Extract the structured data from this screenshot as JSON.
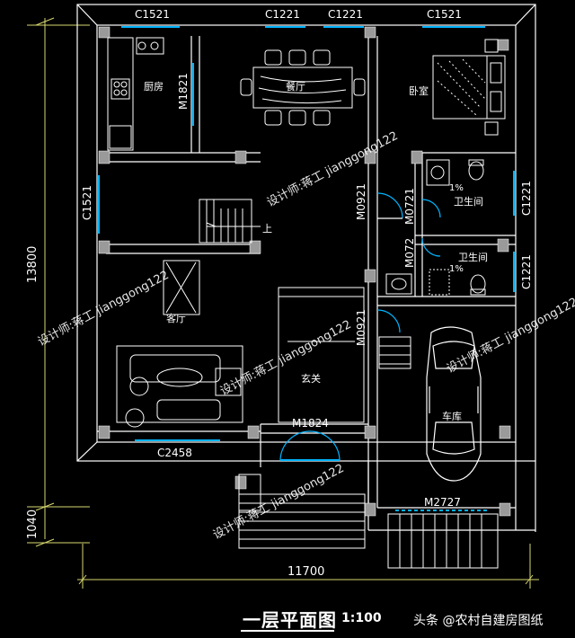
{
  "windows": {
    "top_left": "C1521",
    "top_mid1": "C1221",
    "top_mid2": "C1221",
    "top_right": "C1521",
    "left_side": "C1521",
    "right_upper": "C1221",
    "right_lower": "C1221",
    "bottom_left": "C2458"
  },
  "doors": {
    "kitchen": "M1821",
    "bedroom": "M0921",
    "bath1": "M0721",
    "bath2": "M072",
    "foyer": "M0921",
    "entry": "M1824",
    "garage": "M2727"
  },
  "rooms": {
    "kitchen": "厨房",
    "dining": "餐厅",
    "bedroom": "卧室",
    "bath1": "卫生间",
    "bath2": "卫生间",
    "living": "客厅",
    "foyer": "玄关",
    "garage": "车库",
    "stair_up": "上",
    "slope1": "1%",
    "slope2": "1%"
  },
  "dimensions": {
    "total_depth": "13800",
    "porch_depth": "1040",
    "total_width": "11700"
  },
  "watermarks": [
    "设计师:蒋工 jianggong122"
  ],
  "title": {
    "name": "一层平面图",
    "scale": "1:100"
  },
  "source": "头条 @农村自建房图纸",
  "colors": {
    "background": "#000000",
    "wall": "#ffffff",
    "dim_line": "#d8d870",
    "window": "#00b4ff",
    "label": "#ffffff",
    "column": "#9a9a9a"
  }
}
